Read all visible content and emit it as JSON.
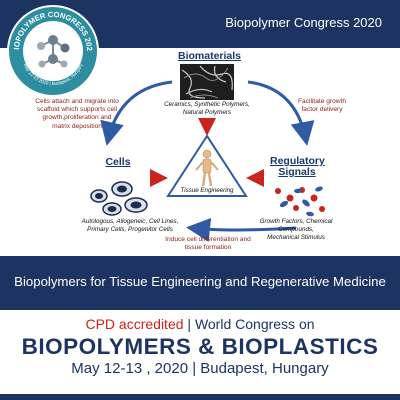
{
  "header": {
    "title": "Biopolymer Congress 2020"
  },
  "logo": {
    "ring_text_top": "BIOPOLYMER CONGRESS 2020",
    "ring_text_bottom": "May 12-13 2020 | Budapest, Hungary",
    "icon": "molecule-icon"
  },
  "diagram": {
    "biomaterials": {
      "label": "Biomaterials",
      "caption_line1": "Ceramics, Synthetic Polymers,",
      "caption_line2": "Natural Polymers"
    },
    "cells": {
      "label": "Cells",
      "caption_line1": "Autologous, Allogeneic, Cell Lines,",
      "caption_line2": "Primary Cells, Progenitor Cells"
    },
    "regulatory": {
      "label_line1": "Regulatory",
      "label_line2": "Signals",
      "caption_line1": "Growth Factors, Chemical Compounds,",
      "caption_line2": "Mechanical Stimulus"
    },
    "center": {
      "label": "Tissue Engineering",
      "icon": "human-figure-icon"
    },
    "arrows": {
      "left_line1": "Cells attach and migrate into",
      "left_line2": "scaffold which supports cell",
      "left_line3": "growth,proliferation and",
      "left_line4": "matrix deposition",
      "right_line1": "Facilitate growth",
      "right_line2": "factor delivery",
      "bottom_line1": "Induce cell differentiation and",
      "bottom_line2": "tissue formation"
    }
  },
  "banner": {
    "text": "Biopolymers for Tissue Engineering and Regenerative Medicine"
  },
  "footer": {
    "accent": "CPD accredited",
    "separator": " | ",
    "line1_rest": "World Congress on",
    "line2": "BIOPOLYMERS & BIOPLASTICS",
    "line3": "May 12-13 , 2020 | Budapest, Hungary"
  },
  "colors": {
    "navy": "#1d3463",
    "accent_red": "#d21f1a",
    "arrow_blue": "#2f5aa4",
    "arrow_red": "#c8261c"
  }
}
